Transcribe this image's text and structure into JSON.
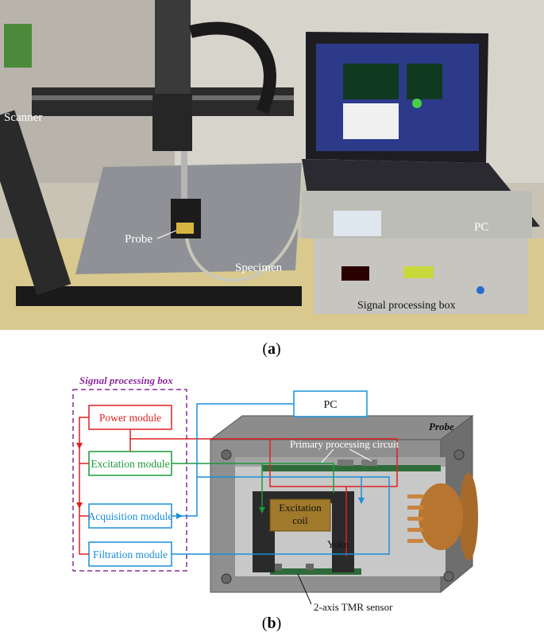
{
  "panel_a": {
    "caption_open": "(",
    "caption_letter": "a",
    "caption_close": ")",
    "labels": {
      "scanner": "Scanner",
      "probe": "Probe",
      "specimen": "Specimen",
      "pc": "PC",
      "signal_box": "Signal processing box"
    }
  },
  "panel_b": {
    "caption_open": "(",
    "caption_letter": "b",
    "caption_close": ")",
    "signal_box_title": "Signal processing box",
    "pc_label": "PC",
    "probe_title": "Probe",
    "modules": {
      "power": "Power module",
      "excitation": "Excitation module",
      "acquisition": "Acquisition module",
      "filtration": "Filtration module"
    },
    "probe_parts": {
      "primary_circuit": "Primary processing circuit",
      "excitation_coil_line1": "Excitation",
      "excitation_coil_line2": "coil",
      "yoke": "Yoke",
      "tmr_sensor": "2-axis TMR sensor"
    }
  },
  "colors": {
    "power": "#e02020",
    "excitation": "#1a9a3a",
    "acquisition": "#1a8fd8",
    "signal_box_border": "#8a2a9a"
  }
}
